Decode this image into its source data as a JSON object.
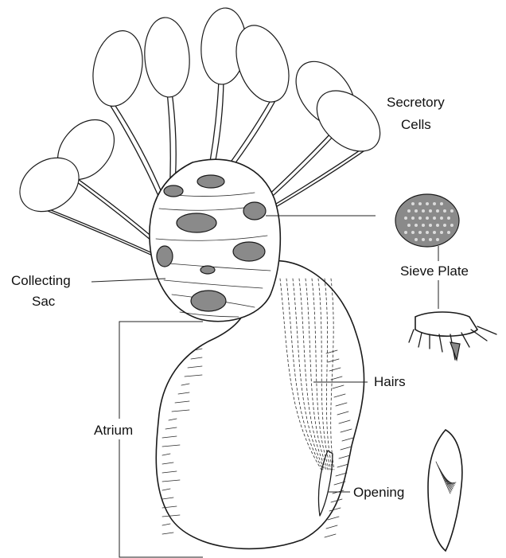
{
  "figure": {
    "labels": {
      "secretory_cells": [
        "Secretory",
        "Cells"
      ],
      "collecting_sac": [
        "Collecting",
        "Sac"
      ],
      "sieve_plate": "Sieve Plate",
      "atrium": "Atrium",
      "hairs": "Hairs",
      "opening": "Opening"
    }
  }
}
